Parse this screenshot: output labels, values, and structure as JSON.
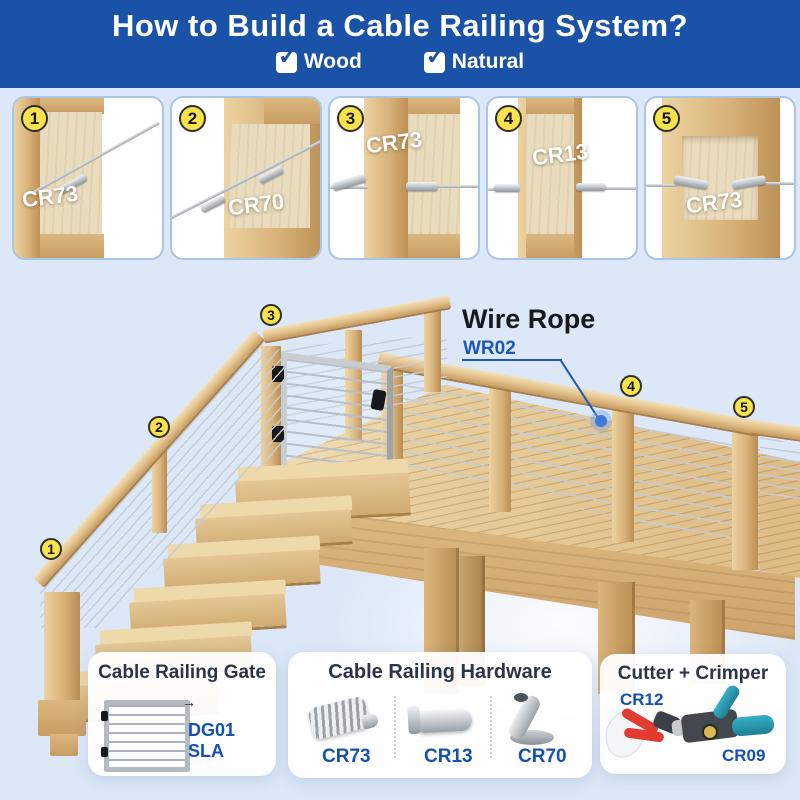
{
  "header": {
    "title": "How to Build a Cable Railing System?",
    "check_glyph": "✓",
    "checkboxes": [
      {
        "label": "Wood",
        "checked": true
      },
      {
        "label": "Natural",
        "checked": true
      }
    ]
  },
  "steps": {
    "items": [
      {
        "number": "1",
        "label": "CR73"
      },
      {
        "number": "2",
        "label": "CR70"
      },
      {
        "number": "3",
        "label": "CR73"
      },
      {
        "number": "4",
        "label": "CR13"
      },
      {
        "number": "5",
        "label": "CR73"
      }
    ]
  },
  "diagram": {
    "markers": [
      "1",
      "2",
      "3",
      "4",
      "5"
    ],
    "annotation": {
      "title": "Wire Rope",
      "code": "WR02"
    }
  },
  "cards": {
    "gate": {
      "title": "Cable Railing Gate",
      "code": "DG01 SLA",
      "arrow_glyph": "→"
    },
    "hardware": {
      "title": "Cable Railing Hardware",
      "items": [
        {
          "code": "CR73"
        },
        {
          "code": "CR13"
        },
        {
          "code": "CR70"
        }
      ]
    },
    "tools": {
      "title": "Cutter + Crimper",
      "cutter_code": "CR12",
      "crimper_code": "CR09"
    }
  },
  "colors": {
    "header_bg": "#1a52a8",
    "page_bg": "#dce8f7",
    "badge_yellow": "#f8e34b",
    "label_blue": "#1450b4",
    "card_title_navy": "#2a3548",
    "leader_blue": "#2059b5",
    "cable_gray": "#c6ccd4"
  }
}
